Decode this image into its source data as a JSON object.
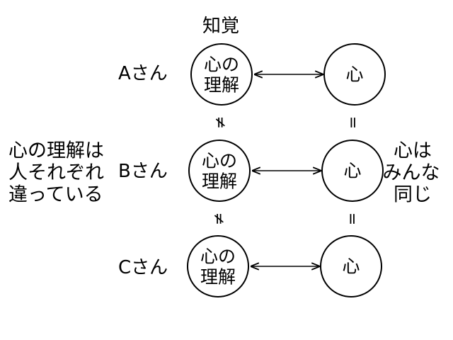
{
  "header": {
    "title": "知覚"
  },
  "left_note": {
    "lines": [
      "心の理解は",
      "人それぞれ",
      "違っている"
    ]
  },
  "right_note": {
    "lines": [
      "心は",
      "みんな",
      "同じ"
    ]
  },
  "rows": [
    {
      "person": "Aさん",
      "understanding": [
        "心の",
        "理解"
      ],
      "mind": "心"
    },
    {
      "person": "Bさん",
      "understanding": [
        "心の",
        "理解"
      ],
      "mind": "心"
    },
    {
      "person": "Cさん",
      "understanding": [
        "心の",
        "理解"
      ],
      "mind": "心"
    }
  ],
  "relations": {
    "understanding_symbol": "≠",
    "mind_symbol": "="
  }
}
